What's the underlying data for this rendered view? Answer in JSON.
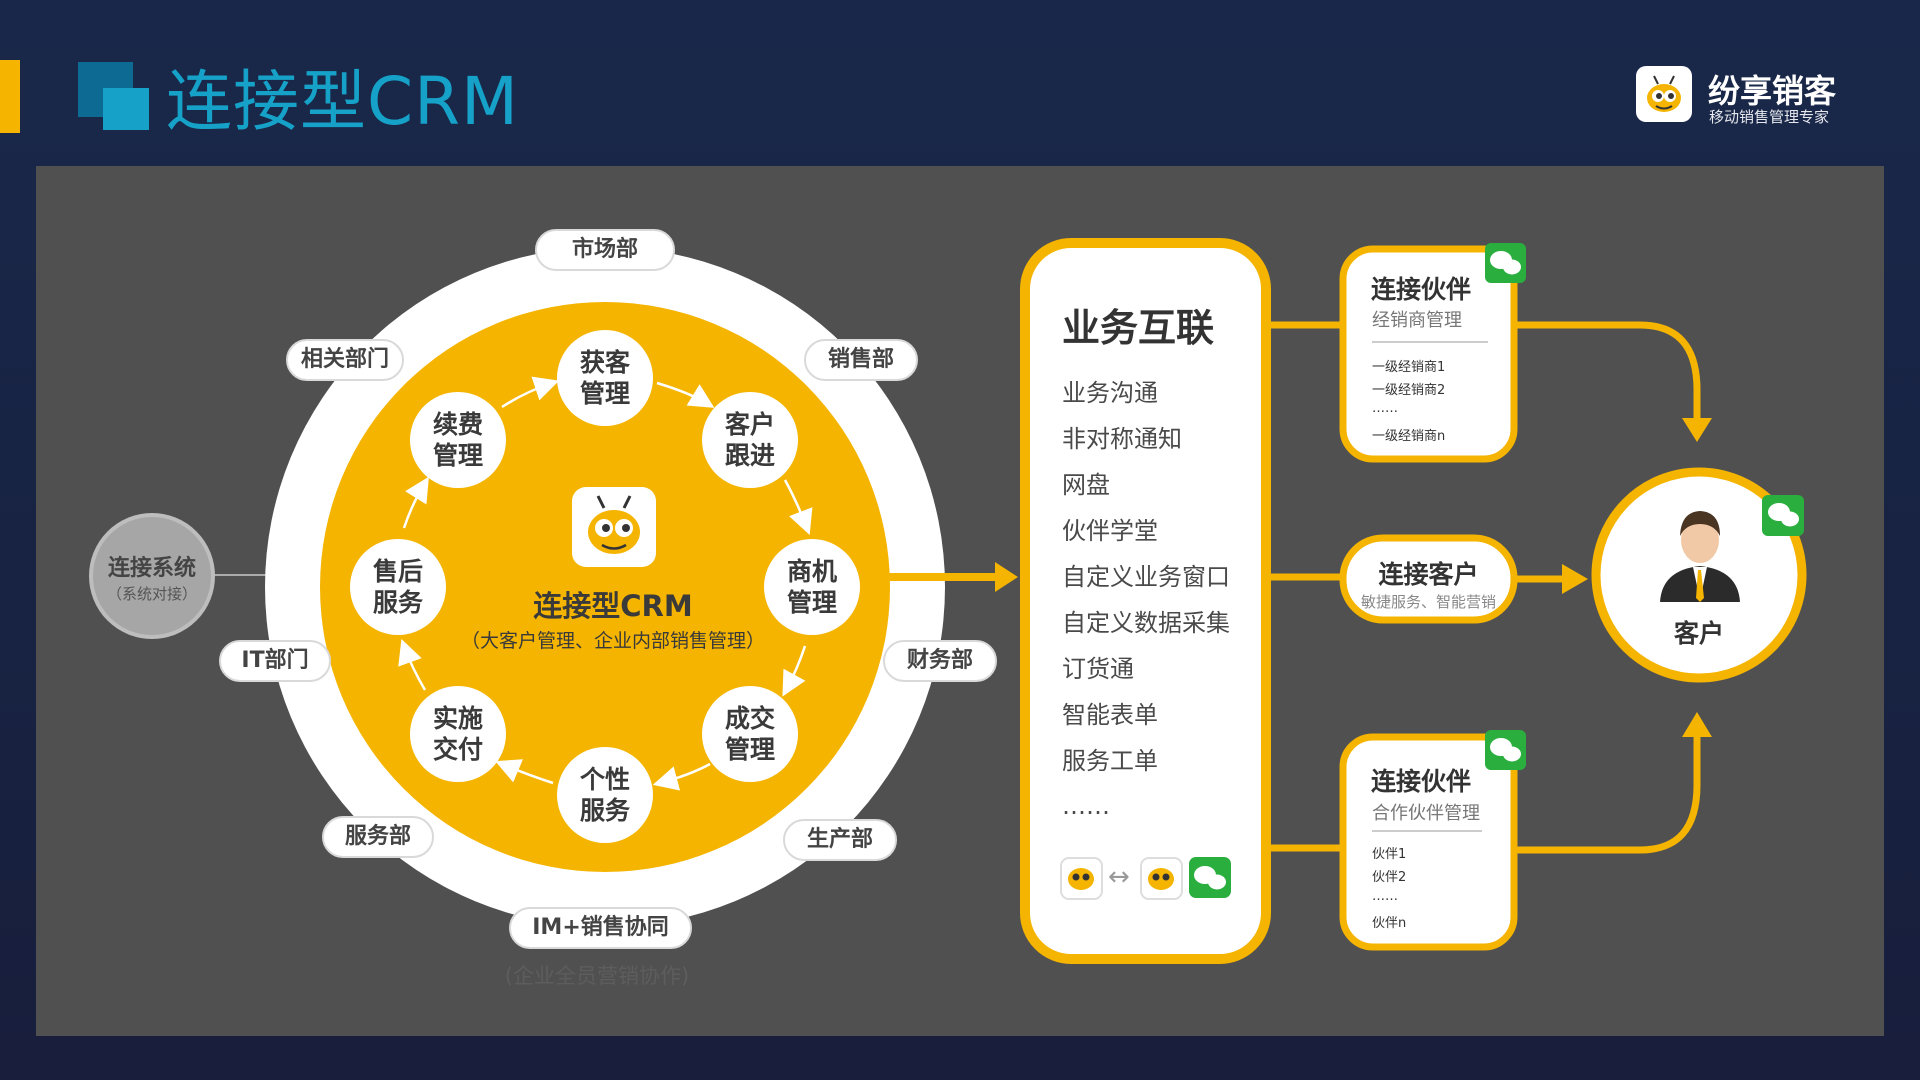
{
  "header": {
    "title": "连接型CRM",
    "brand_name": "纷享销客",
    "brand_sub": "移动销售管理专家"
  },
  "colors": {
    "accent": "#f4b400",
    "title_blue": "#16a2c8",
    "panel": "#505050",
    "wechat_green": "#2aae3e"
  },
  "left_system": {
    "title": "连接系统",
    "sub": "（系统对接）"
  },
  "departments": {
    "market": "市场部",
    "related": "相关部门",
    "sales": "销售部",
    "it": "IT部门",
    "finance": "财务部",
    "service": "服务部",
    "production": "生产部",
    "im": "IM+销售协同",
    "im_sub": "(企业全员营销协作)"
  },
  "cycle_nodes": {
    "acquire": [
      "获客",
      "管理"
    ],
    "followup": [
      "客户",
      "跟进"
    ],
    "opportunity": [
      "商机",
      "管理"
    ],
    "deal": [
      "成交",
      "管理"
    ],
    "personal": [
      "个性",
      "服务"
    ],
    "delivery": [
      "实施",
      "交付"
    ],
    "aftersales": [
      "售后",
      "服务"
    ],
    "renewal": [
      "续费",
      "管理"
    ]
  },
  "center": {
    "title": "连接型CRM",
    "sub": "（大客户管理、企业内部销售管理）"
  },
  "business": {
    "title": "业务互联",
    "items": [
      "业务沟通",
      "非对称通知",
      "网盘",
      "伙伴学堂",
      "自定义业务窗口",
      "自定义数据采集",
      "订货通",
      "智能表单",
      "服务工单",
      "……"
    ],
    "arrow_symbol": "↔"
  },
  "partner_top": {
    "title": "连接伙伴",
    "sub": "经销商管理",
    "items": [
      "一级经销商1",
      "一级经销商2",
      "……",
      "一级经销商n"
    ]
  },
  "customer_link": {
    "title": "连接客户",
    "sub": "敏捷服务、智能营销"
  },
  "partner_bottom": {
    "title": "连接伙伴",
    "sub": "合作伙伴管理",
    "items": [
      "伙伴1",
      "伙伴2",
      "……",
      "伙伴n"
    ]
  },
  "customer": {
    "label": "客户"
  },
  "icons": [
    "bee-logo-icon",
    "wechat-icon",
    "person-icon",
    "arrow-icon"
  ]
}
